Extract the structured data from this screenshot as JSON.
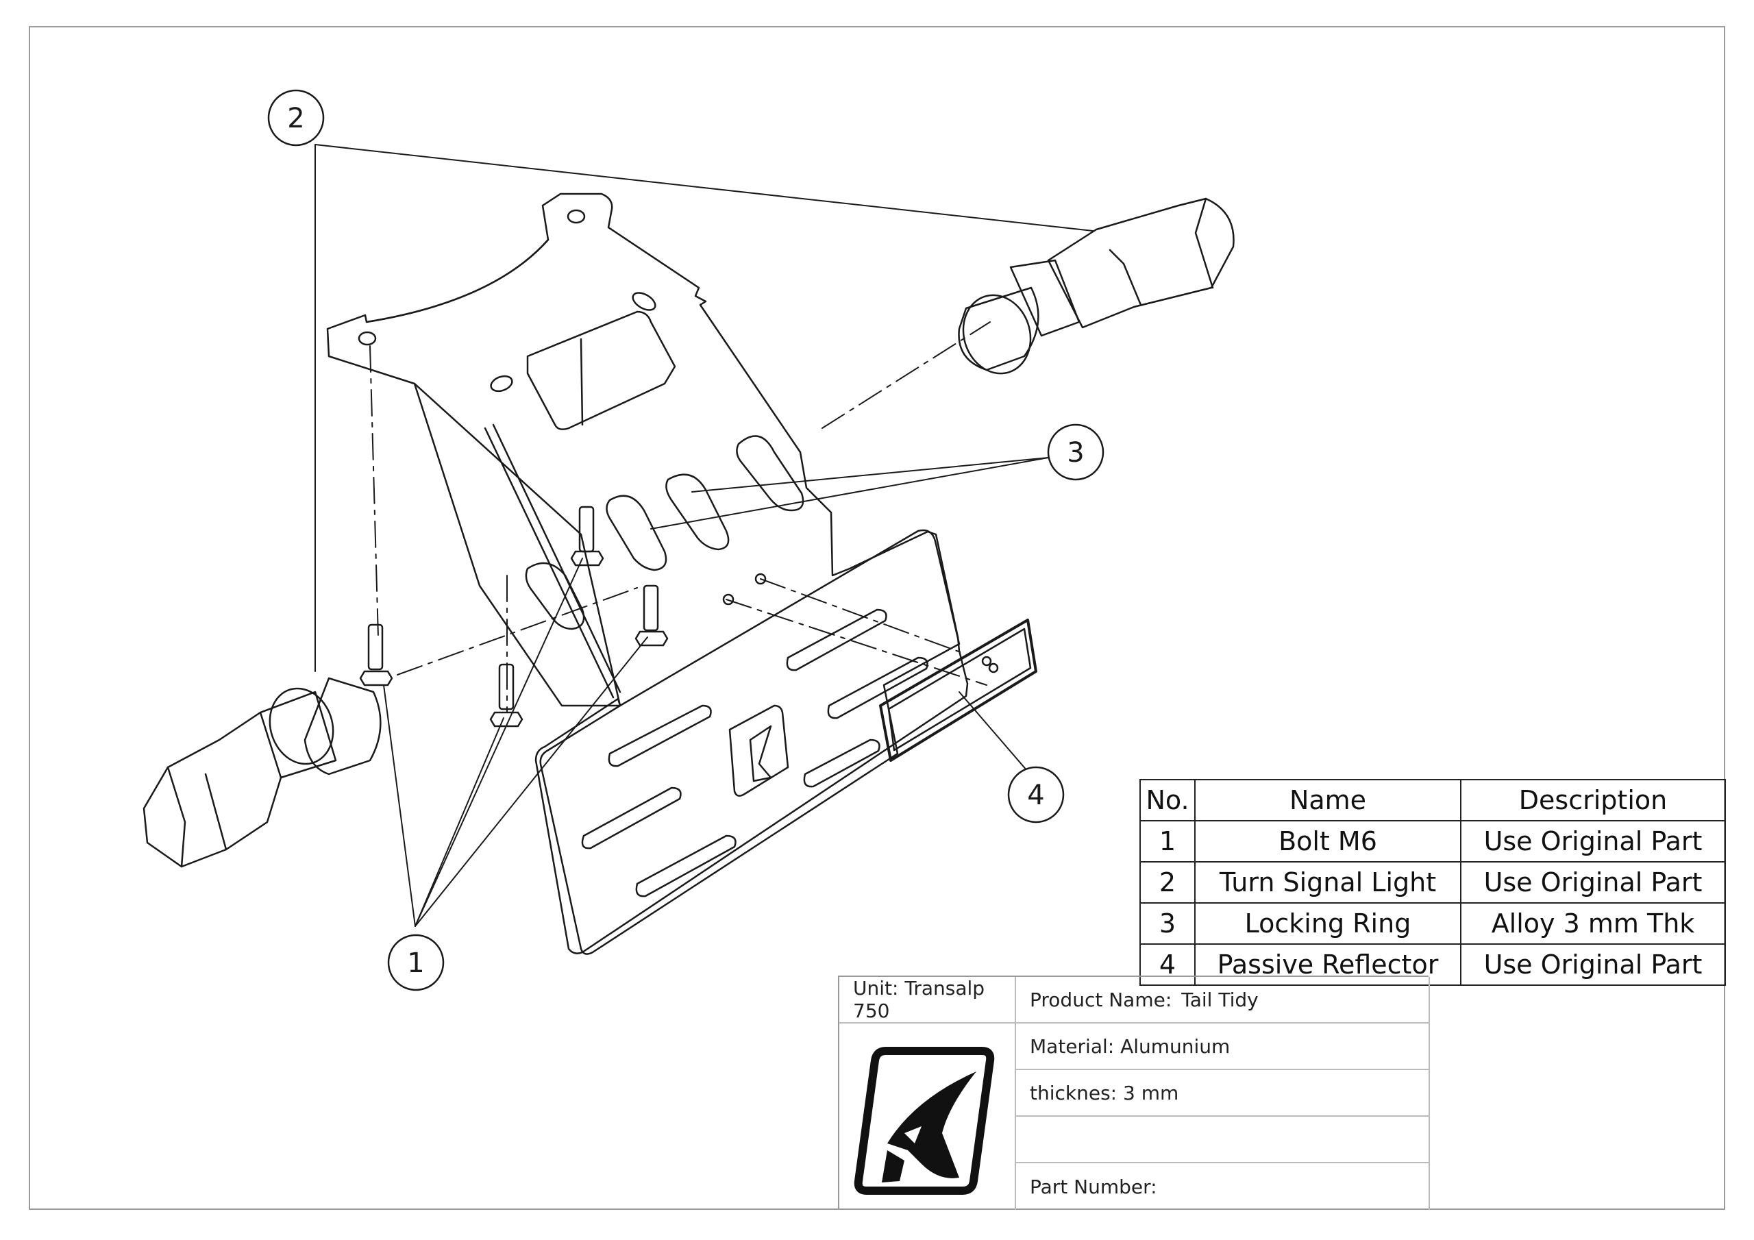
{
  "balloons": [
    "1",
    "2",
    "3",
    "4"
  ],
  "bom": {
    "headers": [
      "No.",
      "Name",
      "Description"
    ],
    "rows": [
      [
        "1",
        "Bolt M6",
        "Use Original Part"
      ],
      [
        "2",
        "Turn Signal Light",
        "Use Original Part"
      ],
      [
        "3",
        "Locking Ring",
        "Alloy 3 mm Thk"
      ],
      [
        "4",
        "Passive Reflector",
        "Use Original Part"
      ]
    ]
  },
  "title_block": {
    "unit": "Unit: Transalp 750",
    "product_label": "Product Name:",
    "product_name": "Tail Tidy",
    "material": "Material: Alumunium",
    "thickness": "thicknes: 3 mm",
    "blank": "",
    "part_number": "Part Number:"
  },
  "colors": {
    "line": "#1a1a1a",
    "frame": "#9a9a9a",
    "hidden": "#333333"
  }
}
